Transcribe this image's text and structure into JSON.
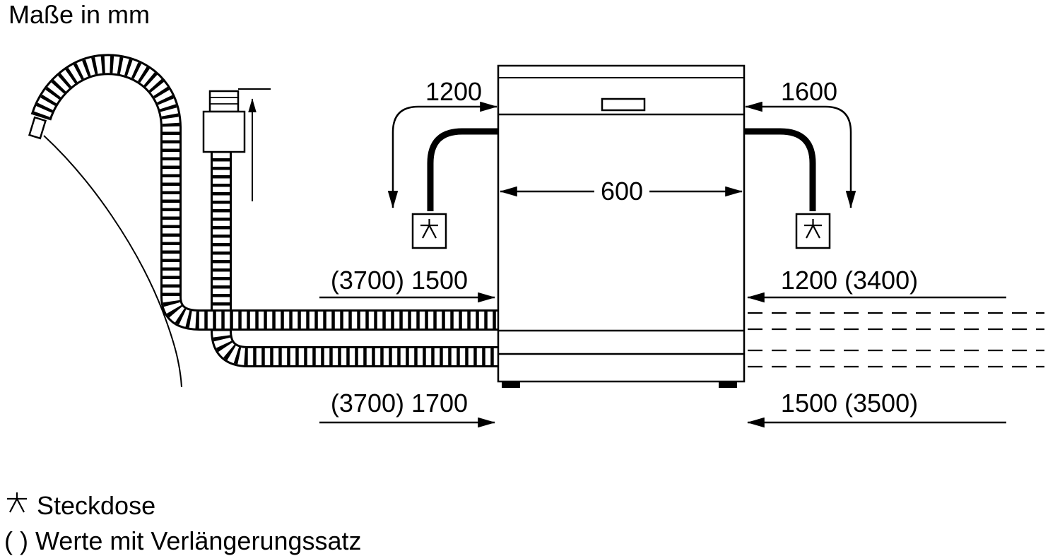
{
  "title": "Maße in mm",
  "diagram": {
    "dimensions": {
      "top_left": "1200",
      "top_right": "1600",
      "width": "600",
      "mid_left": "(3700) 1500",
      "mid_right": "1200 (3400)",
      "bottom_left": "(3700) 1700",
      "bottom_right": "1500 (3500)"
    }
  },
  "legend": {
    "socket": "Steckdose",
    "extension_note": "( ) Werte mit Verlängerungssatz"
  },
  "colors": {
    "line": "#000000",
    "background": "#ffffff"
  }
}
